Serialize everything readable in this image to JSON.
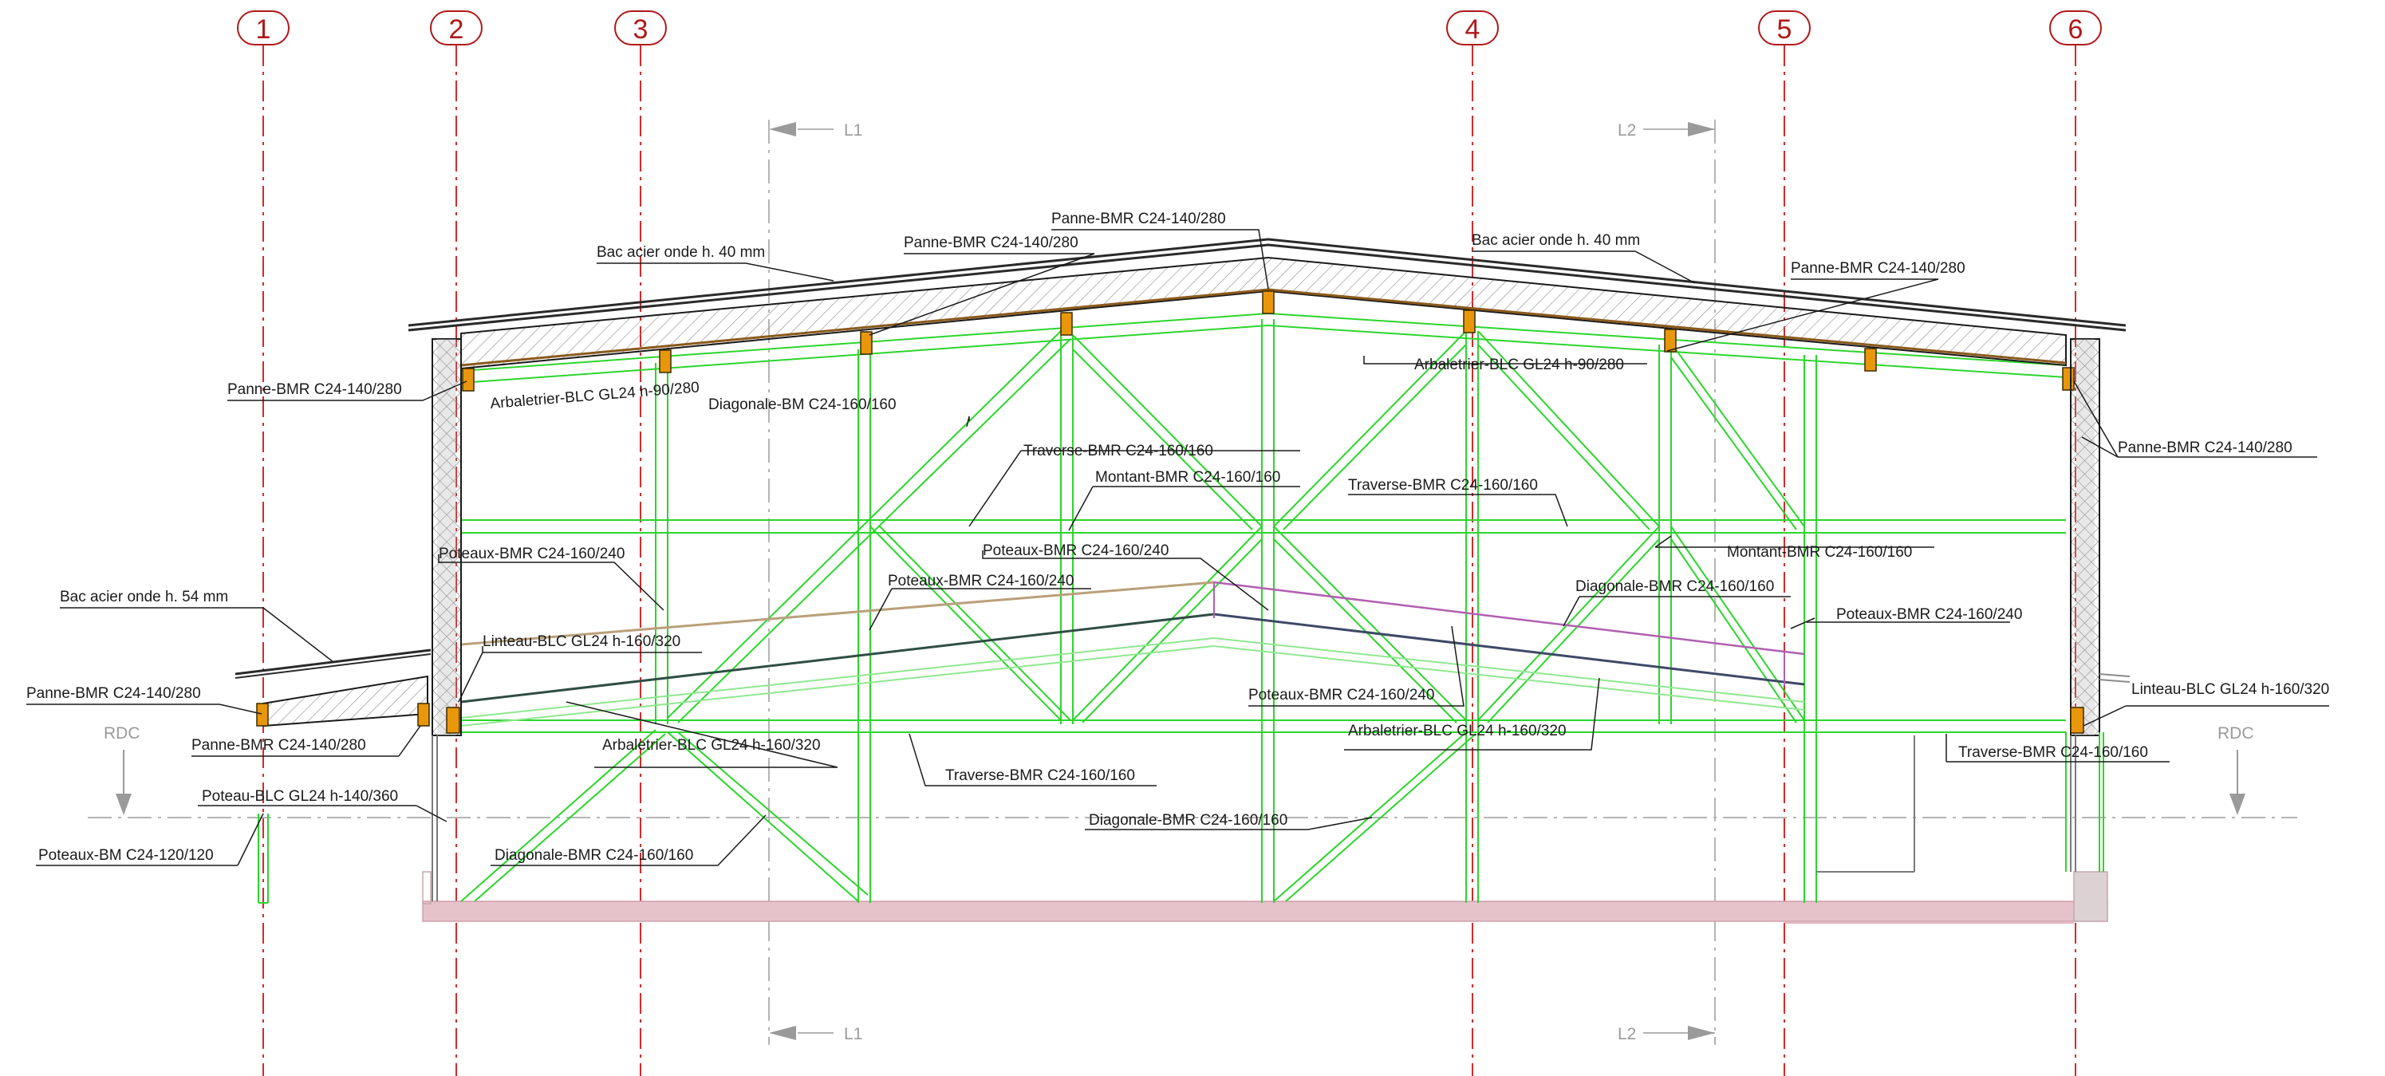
{
  "colors": {
    "axis": "#d42a2a",
    "truss": "#2cd52c",
    "purlin": "#e8960a",
    "wall": "#9a9a9a",
    "slab": "#e6c3cb",
    "leader": "#1a1a1a",
    "section": "#9a9a9a"
  },
  "grid_axes": [
    "1",
    "2",
    "3",
    "4",
    "5",
    "6"
  ],
  "sections": {
    "l1": "L1",
    "l2": "L2"
  },
  "levels": {
    "left": "RDC",
    "right": "RDC"
  },
  "labels": {
    "panne_top_center": "Panne-BMR C24-140/280",
    "bac_acier_left": "Bac acier onde h. 40 mm",
    "panne_top_left": "Panne-BMR C24-140/280",
    "bac_acier_right": "Bac acier onde h. 40 mm",
    "panne_top_right": "Panne-BMR C24-140/280",
    "panne_left_wall": "Panne-BMR C24-140/280",
    "arbaletrier_left": "Arbaletrier-BLC GL24 h-90/280",
    "diagonale_bm": "Diagonale-BM C24-160/160",
    "arbaletrier_right": "Arbaletrier-BLC GL24 h-90/280",
    "panne_right_wall": "Panne-BMR C24-140/280",
    "traverse_upper": "Traverse-BMR C24-160/160",
    "montant_center": "Montant-BMR C24-160/160",
    "traverse_upper_right": "Traverse-BMR C24-160/160",
    "montant_right": "Montant-BMR C24-160/160",
    "poteaux_left": "Poteaux-BMR C24-160/240",
    "poteaux_center": "Poteaux-BMR C24-160/240",
    "poteaux_mid_left": "Poteaux-BMR C24-160/240",
    "diagonale_right": "Diagonale-BMR C24-160/160",
    "poteaux_right": "Poteaux-BMR C24-160/240",
    "bac_acier_54": "Bac acier onde h. 54 mm",
    "linteau_left": "Linteau-BLC GL24 h-160/320",
    "poteaux_lower_center": "Poteaux-BMR C24-160/240",
    "linteau_right": "Linteau-BLC GL24 h-160/320",
    "panne_canopy_top": "Panne-BMR C24-140/280",
    "panne_canopy_bottom": "Panne-BMR C24-140/280",
    "arbaletrier_lower_left": "Arbaletrier-BLC GL24 h-160/320",
    "arbaletrier_lower_right": "Arbaletrier-BLC GL24 h-160/320",
    "traverse_lower_center": "Traverse-BMR C24-160/160",
    "traverse_lower_right": "Traverse-BMR C24-160/160",
    "poteau_blc": "Poteau-BLC GL24 h-140/360",
    "diagonale_lower_left": "Diagonale-BMR C24-160/160",
    "diagonale_lower_center": "Diagonale-BMR C24-160/160",
    "poteaux_bm": "Poteaux-BM C24-120/120"
  }
}
